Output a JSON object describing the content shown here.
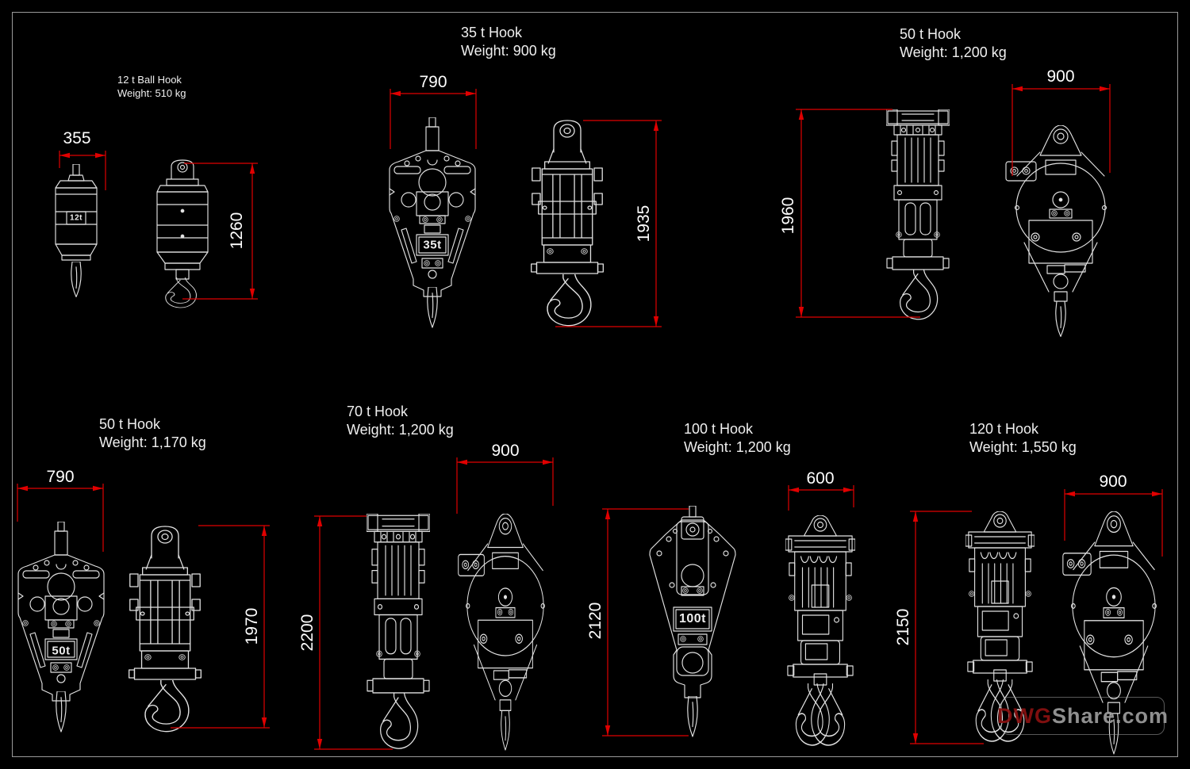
{
  "page": {
    "colors": {
      "background": "#000000",
      "border": "#9a9a9a",
      "line": "#e2e2e2",
      "dimension": "#e00000",
      "text": "#efefef",
      "watermark_prefix": "#8a1111",
      "watermark_suffix": "#9d9d9d"
    }
  },
  "watermark": {
    "prefix": "DWG",
    "suffix": "Share.com"
  },
  "sections": [
    {
      "name": "12 t Ball Hook",
      "weight": "Weight: 510 kg",
      "badge": "12t",
      "width_dim": "355",
      "height_dim": "1260"
    },
    {
      "name": "35 t Hook",
      "weight": "Weight: 900 kg",
      "badge": "35t",
      "width_dim": "790",
      "height_dim": "1935"
    },
    {
      "name": "50 t Hook",
      "weight": "Weight: 1,200 kg",
      "badge": "",
      "width_dim": "900",
      "height_dim": "1960"
    },
    {
      "name": "50 t Hook",
      "weight": "Weight: 1,170 kg",
      "badge": "50t",
      "width_dim": "790",
      "height_dim": "1970"
    },
    {
      "name": "70 t Hook",
      "weight": "Weight: 1,200 kg",
      "badge": "",
      "width_dim": "900",
      "height_dim": "2200"
    },
    {
      "name": "100 t Hook",
      "weight": "Weight: 1,200 kg",
      "badge": "100t",
      "width_dim": "600",
      "height_dim": "2120"
    },
    {
      "name": "120 t Hook",
      "weight": "Weight: 1,550 kg",
      "badge": "",
      "width_dim": "900",
      "height_dim": "2150"
    }
  ]
}
